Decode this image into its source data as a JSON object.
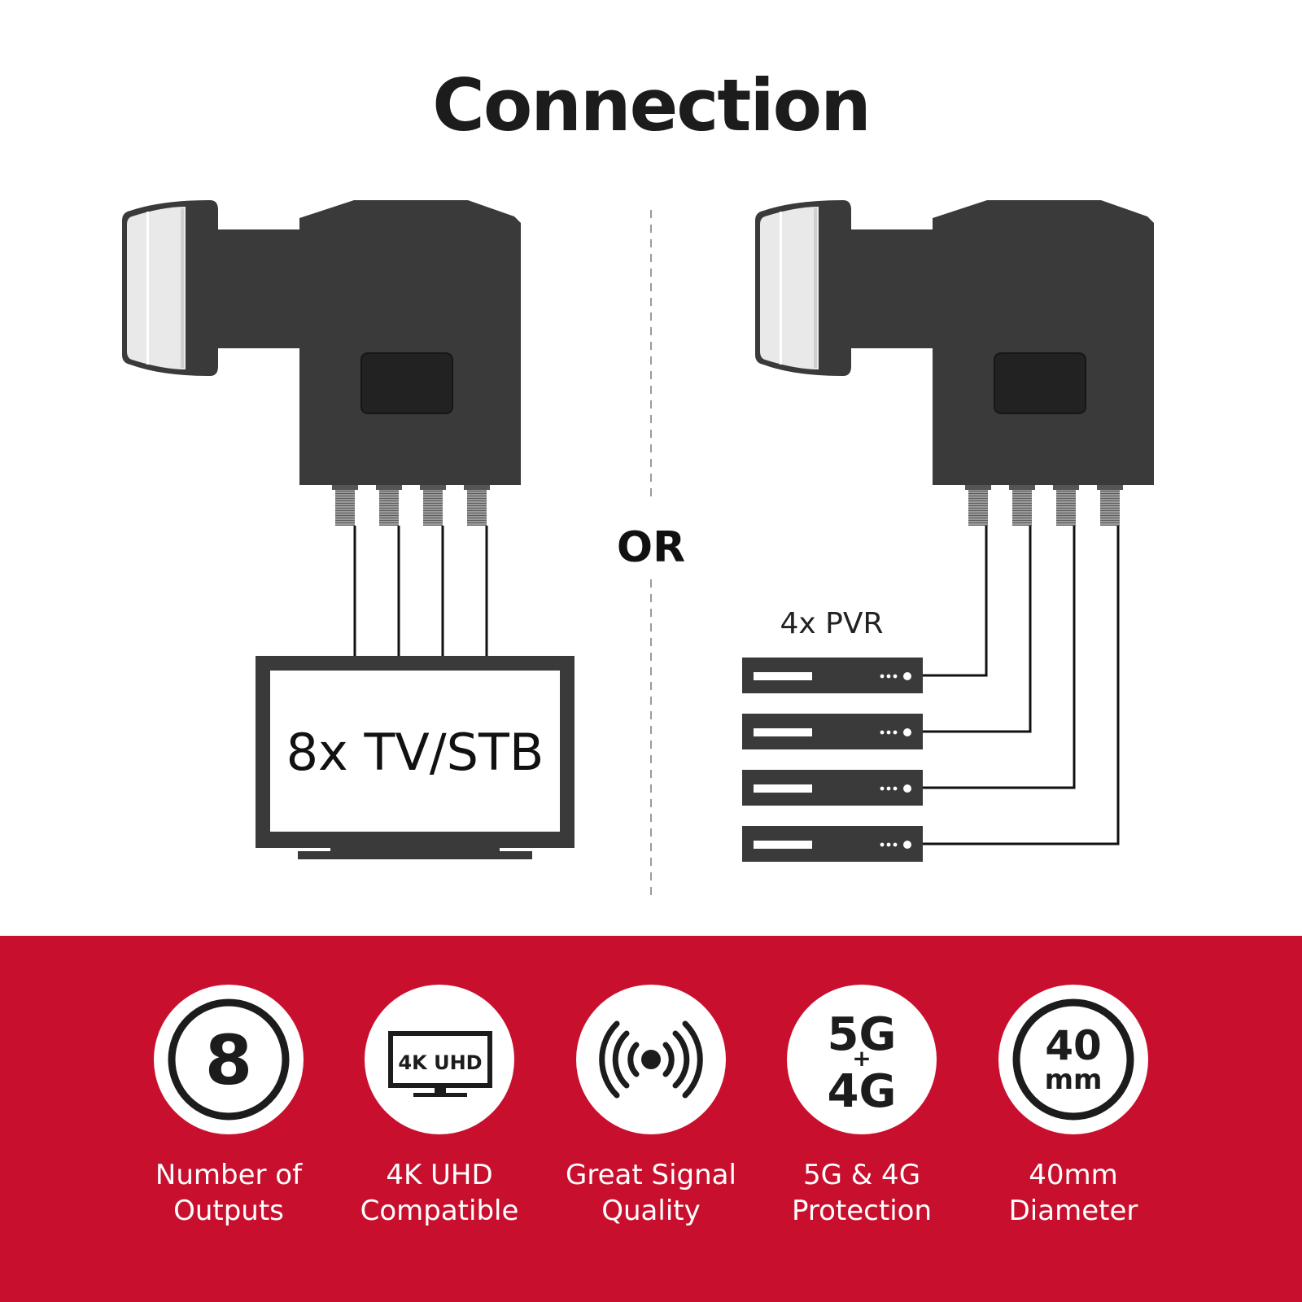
{
  "title": "Connection",
  "separator_text": "OR",
  "left": {
    "receiver_label": "8x TV/STB"
  },
  "right": {
    "receiver_label": "4x PVR"
  },
  "features": [
    {
      "icon": "eight-outputs-icon",
      "icon_text": "8",
      "label_line1": "Number of",
      "label_line2": "Outputs"
    },
    {
      "icon": "4k-uhd-tv-icon",
      "icon_text": "4K UHD",
      "label_line1": "4K UHD",
      "label_line2": "Compatible"
    },
    {
      "icon": "signal-broadcast-icon",
      "label_line1": "Great Signal",
      "label_line2": "Quality"
    },
    {
      "icon": "5g-4g-icon",
      "icon_text_top": "5G",
      "icon_text_plus": "+",
      "icon_text_bottom": "4G",
      "label_line1": "5G & 4G",
      "label_line2": "Protection"
    },
    {
      "icon": "diameter-40mm-icon",
      "icon_text_top": "40",
      "icon_text_bottom": "mm",
      "label_line1": "40mm",
      "label_line2": "Diameter"
    }
  ],
  "colors": {
    "accent": "#c8102e",
    "device": "#3a3a3a",
    "text_dark": "#1c1c1c"
  }
}
